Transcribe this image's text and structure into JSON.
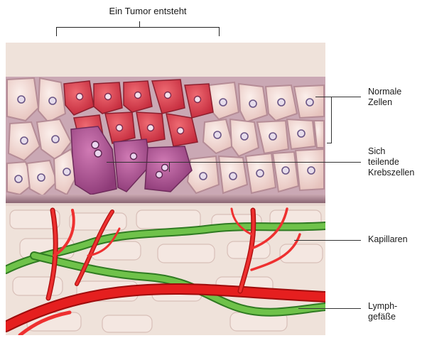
{
  "title": "Ein Tumor entsteht",
  "labels": {
    "normal_cells": [
      "Normale",
      "Zellen"
    ],
    "dividing_cells": [
      "Sich",
      "teilende",
      "Krebszellen"
    ],
    "capillaries": [
      "Kapillaren"
    ],
    "lymph_vessels": [
      "Lymph-",
      "gefäße"
    ]
  },
  "colors": {
    "background_tissue": "#eadbd2",
    "normal_cell": "#f3dcd6",
    "tumor_cell": "#d8404e",
    "dividing_cell": "#b04a8c",
    "capillary": "#e01818",
    "lymph": "#5cab3a"
  }
}
